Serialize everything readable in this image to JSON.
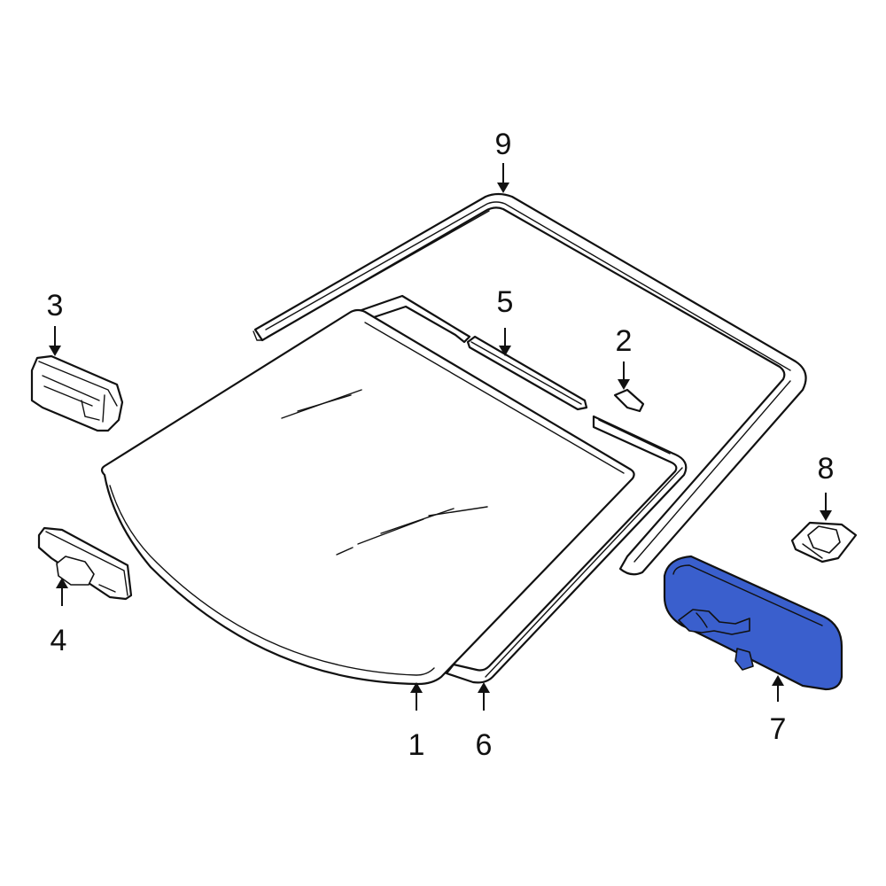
{
  "callouts": {
    "part_1": "1",
    "part_2": "2",
    "part_3": "3",
    "part_4": "4",
    "part_5": "5",
    "part_6": "6",
    "part_7": "7",
    "part_8": "8",
    "part_9": "9"
  },
  "colors": {
    "highlight_fill": "#3a5fcd",
    "line": "#111111",
    "background": "#ffffff"
  }
}
